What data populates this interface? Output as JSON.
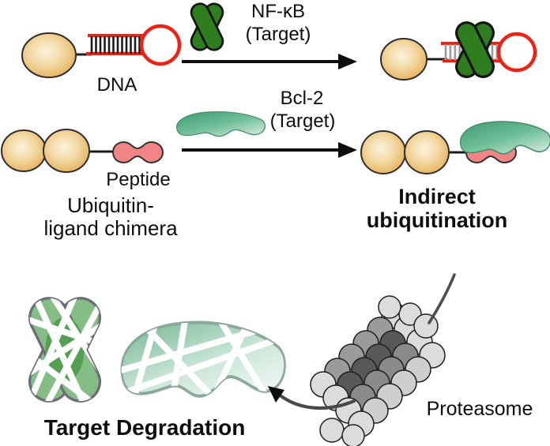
{
  "figure": {
    "row1": {
      "construct_label": "DNA",
      "target": {
        "name": "NF-κB",
        "qualifier": "(Target)"
      }
    },
    "row2": {
      "construct_label": "Peptide",
      "chimera_line1": "Ubiquitin-",
      "chimera_line2": "ligand chimera",
      "target": {
        "name": "Bcl-2",
        "qualifier": "(Target)"
      },
      "product_line1": "Indirect",
      "product_line2": "ubiquitination"
    },
    "bottom": {
      "degradation_label": "Target Degradation",
      "proteasome_label": "Proteasome"
    },
    "colors": {
      "ubiquitin_edge": "#e5a84e",
      "ubiquitin_center": "#fbf3dc",
      "dna_red": "#ee2213",
      "nfkb_green": "#2e7d1f",
      "bcl2_teal_dark": "#3f9a72",
      "bcl2_teal_light": "#cfe9dc",
      "peptide_pink": "#f18585",
      "degraded_green": "#86bd86",
      "proteasome_gray_light": "#dcdcdc",
      "proteasome_gray_dark": "#585858",
      "arrow_black": "#0d0d0d",
      "strand_gray": "#4d4d4d"
    }
  }
}
